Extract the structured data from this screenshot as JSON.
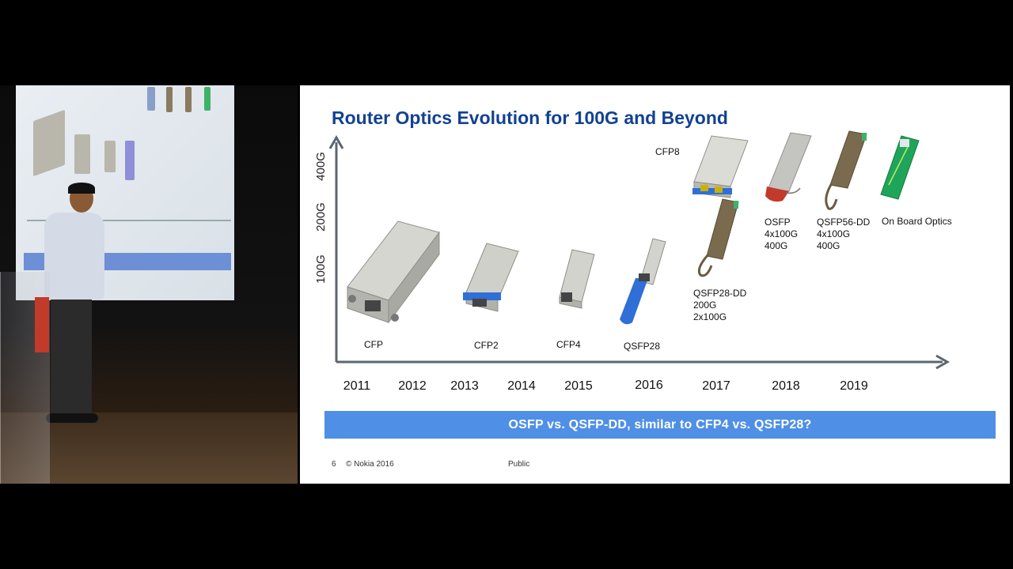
{
  "slide": {
    "title": "Router Optics Evolution for 100G and Beyond",
    "y_axis_labels": [
      "400G",
      "200G",
      "100G"
    ],
    "years": [
      "2011",
      "2012",
      "2013",
      "2014",
      "2015",
      "2016",
      "2017",
      "2018",
      "2019"
    ],
    "products": {
      "cfp": "CFP",
      "cfp2": "CFP2",
      "cfp4": "CFP4",
      "qsfp28": "QSFP28",
      "cfp8": "CFP8",
      "qsfp28dd": [
        "QSFP28-DD",
        "200G",
        "2x100G"
      ],
      "osfp": [
        "OSFP",
        "4x100G",
        "400G"
      ],
      "qsfp56dd": [
        "QSFP56-DD",
        "4x100G",
        "400G"
      ],
      "onboard": "On Board Optics"
    },
    "banner": "OSFP vs. QSFP-DD, similar to CFP4 vs.  QSFP28?",
    "footer": {
      "page_number": "6",
      "copyright": "© Nokia 2016",
      "classification": "Public"
    }
  },
  "colors": {
    "title": "#124191",
    "banner": "#4f8fe5",
    "axis": "#5b6670",
    "module_metal": "#c9c9c4",
    "latch_blue": "#2f6fd6",
    "bronze_module": "#7a6a4e",
    "pcb_green": "#1fa55a"
  }
}
